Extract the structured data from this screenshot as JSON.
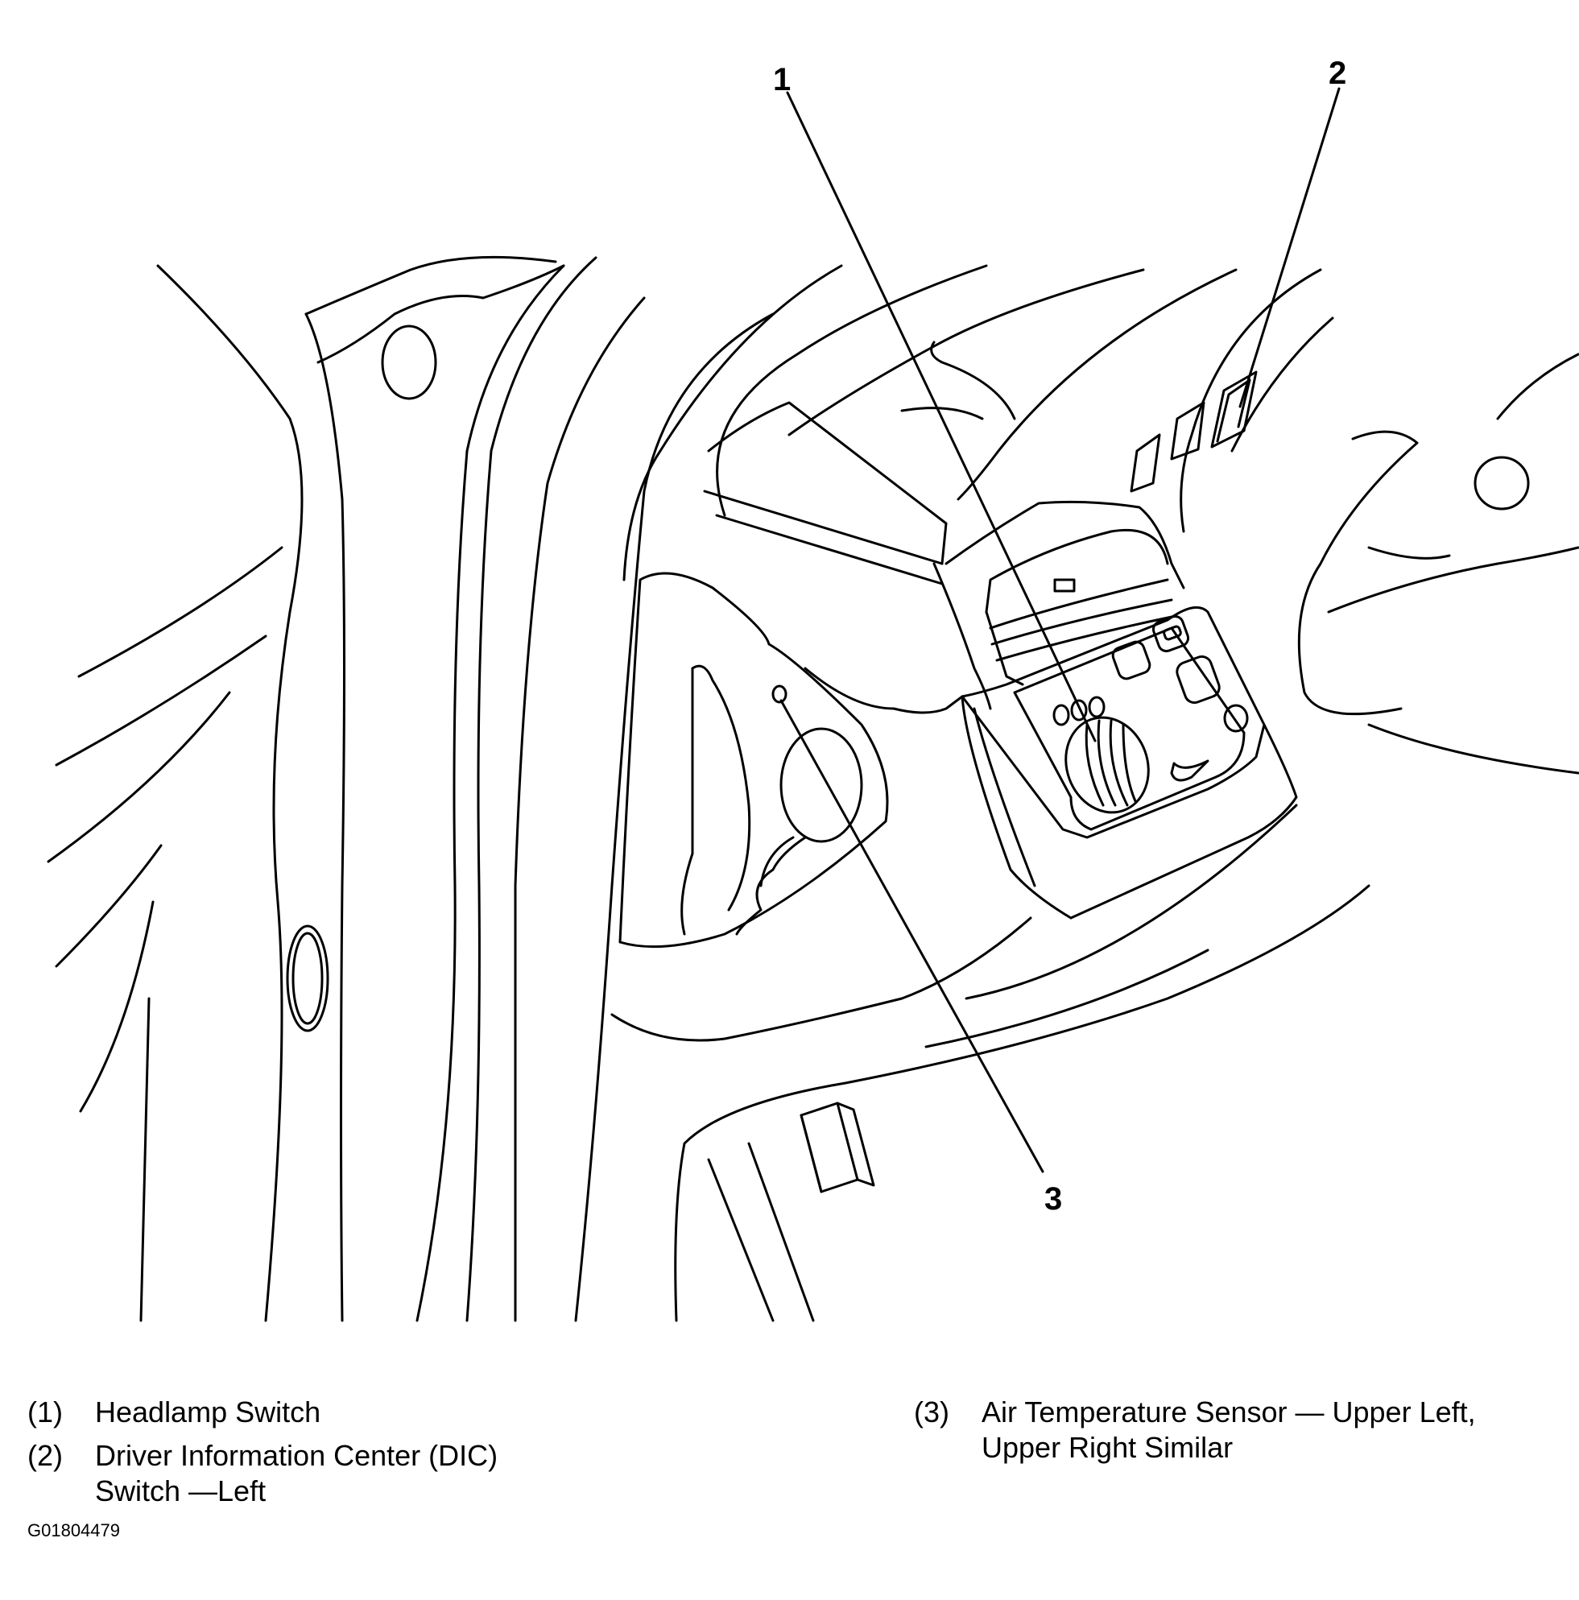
{
  "callouts": [
    {
      "num": "1"
    },
    {
      "num": "2"
    },
    {
      "num": "3"
    }
  ],
  "legend": [
    {
      "num": "(1)",
      "text": "Headlamp Switch"
    },
    {
      "num": "(2)",
      "text_line1": "Driver Information Center (DIC)",
      "text_line2": "Switch —Left"
    },
    {
      "num": "(3)",
      "text_line1": "Air Temperature Sensor — Upper Left,",
      "text_line2": "Upper Right Similar"
    }
  ],
  "figure_id": "G01804479"
}
